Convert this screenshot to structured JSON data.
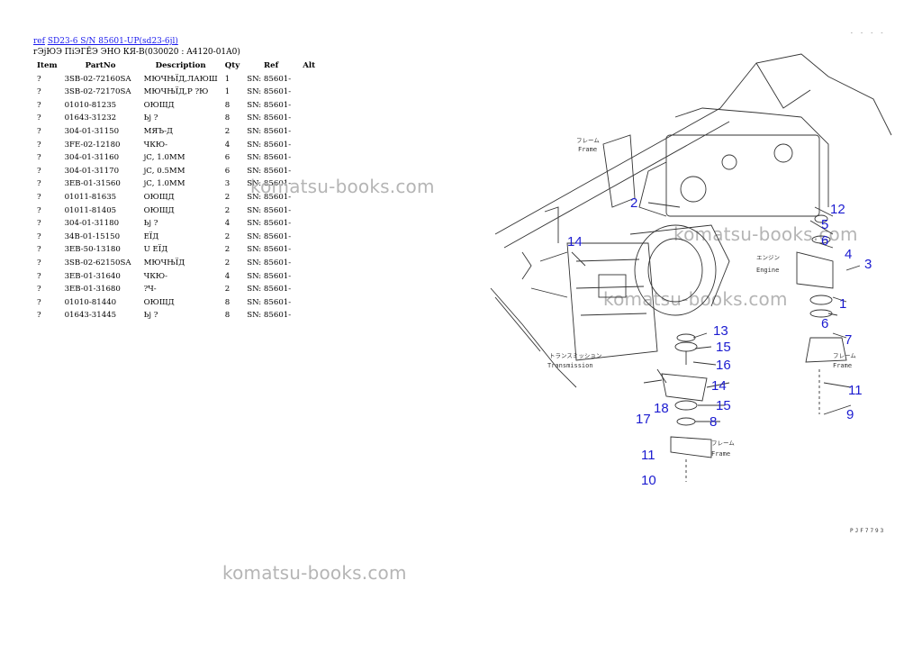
{
  "header": {
    "ref_link": "ref",
    "model_link": "SD23-6 S/N 85601-UP(sd23-6jl)"
  },
  "subtitle": "гЭјЮЭ ПіЭГЁЭ ЭНО КЯ-В(030020 : A4120-01A0)",
  "table": {
    "columns": [
      "Item",
      "PartNo",
      "Description",
      "Qty",
      "Ref",
      "Alt"
    ],
    "rows": [
      {
        "item": "?",
        "part": "3SB-02-72160SA",
        "desc": "МЮЧЊЇД,ЛАЮШ",
        "qty": "1",
        "ref": "SN: 85601-"
      },
      {
        "item": "?",
        "part": "3SB-02-72170SA",
        "desc": "МЮЧЊЇД,Р ?Ю",
        "qty": "1",
        "ref": "SN: 85601-"
      },
      {
        "item": "?",
        "part": "01010-81235",
        "desc": "ОЮЩД",
        "qty": "8",
        "ref": "SN: 85601-"
      },
      {
        "item": "?",
        "part": "01643-31232",
        "desc": "Ьј ?",
        "qty": "8",
        "ref": "SN: 85601-"
      },
      {
        "item": "?",
        "part": "304-01-31150",
        "desc": "МЯЪ-Д",
        "qty": "2",
        "ref": "SN: 85601-"
      },
      {
        "item": "?",
        "part": "3FE-02-12180",
        "desc": "ЧКЮ-",
        "qty": "4",
        "ref": "SN: 85601-"
      },
      {
        "item": "?",
        "part": "304-01-31160",
        "desc": "јС, 1.0ММ",
        "qty": "6",
        "ref": "SN: 85601-"
      },
      {
        "item": "?",
        "part": "304-01-31170",
        "desc": "јС, 0.5ММ",
        "qty": "6",
        "ref": "SN: 85601-"
      },
      {
        "item": "?",
        "part": "3EB-01-31560",
        "desc": "јС, 1.0ММ",
        "qty": "3",
        "ref": "SN: 85601-"
      },
      {
        "item": "?",
        "part": "01011-81635",
        "desc": "ОЮЩД",
        "qty": "2",
        "ref": "SN: 85601-"
      },
      {
        "item": "?",
        "part": "01011-81405",
        "desc": "ОЮЩД",
        "qty": "2",
        "ref": "SN: 85601-"
      },
      {
        "item": "?",
        "part": "304-01-31180",
        "desc": "Ьј ?",
        "qty": "4",
        "ref": "SN: 85601-"
      },
      {
        "item": "?",
        "part": "34B-01-15150",
        "desc": "ЕЇД",
        "qty": "2",
        "ref": "SN: 85601-"
      },
      {
        "item": "?",
        "part": "3EB-50-13180",
        "desc": "U ЕЇД",
        "qty": "2",
        "ref": "SN: 85601-"
      },
      {
        "item": "?",
        "part": "3SB-02-62150SA",
        "desc": "МЮЧЊЇД",
        "qty": "2",
        "ref": "SN: 85601-"
      },
      {
        "item": "?",
        "part": "3EB-01-31640",
        "desc": "ЧКЮ-",
        "qty": "4",
        "ref": "SN: 85601-"
      },
      {
        "item": "?",
        "part": "3EB-01-31680",
        "desc": "?Ч-",
        "qty": "2",
        "ref": "SN: 85601-"
      },
      {
        "item": "?",
        "part": "01010-81440",
        "desc": "ОЮЩД",
        "qty": "8",
        "ref": "SN: 85601-"
      },
      {
        "item": "?",
        "part": "01643-31445",
        "desc": "Ьј ?",
        "qty": "8",
        "ref": "SN: 85601-"
      }
    ]
  },
  "watermark": "komatsu-books.com",
  "diagram": {
    "labels": {
      "frame_jp": "フレーム",
      "frame_en": "Frame",
      "engine_jp": "エンジン",
      "engine_en": "Engine",
      "trans_jp": "トランスミッション",
      "trans_en": "Transmission"
    },
    "callouts": [
      "1",
      "2",
      "3",
      "4",
      "5",
      "6",
      "6",
      "7",
      "8",
      "9",
      "10",
      "11",
      "11",
      "12",
      "13",
      "14",
      "14",
      "15",
      "15",
      "16",
      "17",
      "18"
    ],
    "drawing_code": "PJF7793",
    "top_code": "- - - -"
  }
}
